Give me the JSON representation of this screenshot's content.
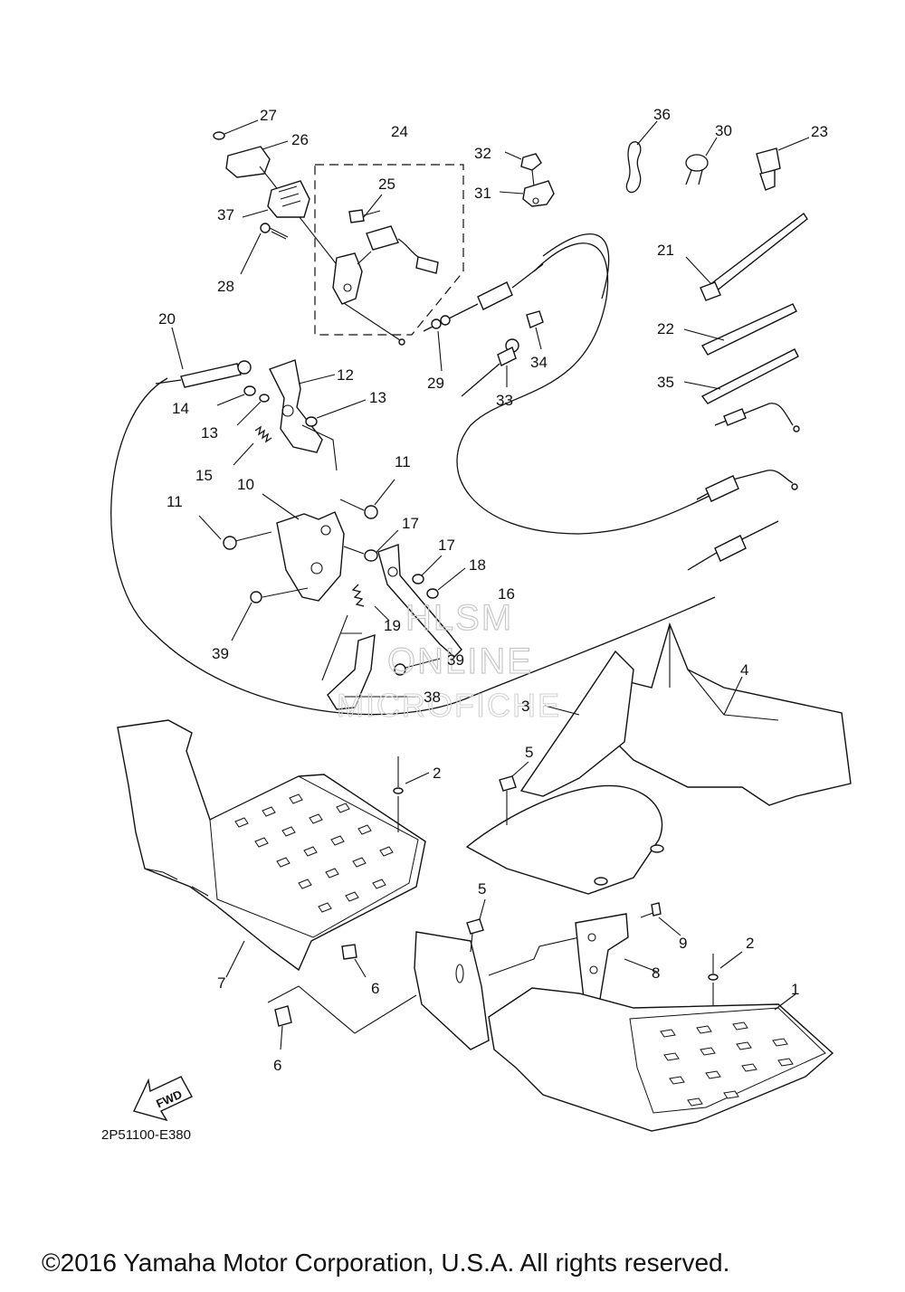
{
  "diagram": {
    "drawing_code": "2P51100-E380",
    "copyright": "©2016 Yamaha Motor Corporation, U.S.A. All rights reserved.",
    "direction_arrow": "FWD",
    "watermark": [
      "HLSM",
      "ONLINE",
      "MICROFICHE"
    ],
    "callouts": [
      "27",
      "26",
      "24",
      "25",
      "37",
      "28",
      "32",
      "31",
      "36",
      "30",
      "23",
      "21",
      "22",
      "35",
      "20",
      "14",
      "12",
      "13",
      "13",
      "15",
      "10",
      "11",
      "11",
      "17",
      "17",
      "18",
      "16",
      "19",
      "39",
      "39",
      "38",
      "29",
      "33",
      "34",
      "4",
      "3",
      "2",
      "5",
      "5",
      "9",
      "2",
      "8",
      "1",
      "7",
      "6",
      "6"
    ]
  }
}
